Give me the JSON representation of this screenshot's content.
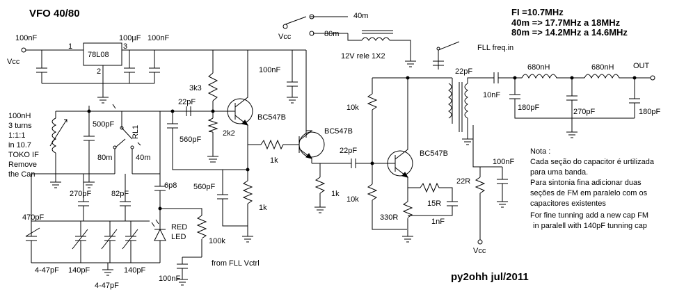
{
  "title": "VFO 40/80",
  "signature": "py2ohh jul/2011",
  "fi_text": [
    "FI =10.7MHz",
    "40m => 17.7MHz a 18MHz",
    "80m => 14.2MHz a 14.6MHz"
  ],
  "note_lines": [
    "Nota :",
    "Cada seção do capacitor é urtilizada",
    "para uma banda.",
    "Para sintonia fina adicionar duas",
    "seções de FM em paralelo com os",
    "capacitores existentes",
    "For fine tunning add a new cap FM",
    "in paralell with 140pF tunning cap"
  ],
  "coil_text": [
    "100nH",
    "3 turns",
    "1:1:1",
    "in 10.7",
    "TOKO IF",
    "Remove",
    "the Can"
  ],
  "labels": {
    "vcc_left": "Vcc",
    "c100n_a": "100nF",
    "reg": "78L08",
    "pin1": "1",
    "pin2": "2",
    "pin3": "3",
    "c100u": "100µF",
    "c100n_b": "100nF",
    "vcc_top": "Vcc",
    "m40_top": "40m",
    "m80_top": "80m",
    "relay": "12V rele 1X2",
    "r3k3": "3k3",
    "c22p_a": "22pF",
    "q1": "BC547B",
    "r2k2": "2k2",
    "c560p_a": "560pF",
    "c560p_b": "560pF",
    "c100n_c": "100nF",
    "r1k_a": "1k",
    "r1k_b": "1k",
    "r1k_c": "1k",
    "q2": "BC547B",
    "c22p_b": "22pF",
    "c500p": "500pF",
    "rl1": "RL1",
    "m80_mid": "80m",
    "m40_mid": "40m",
    "c6p8": "6p8",
    "c270p": "270pF",
    "c82p": "82pF",
    "c470p": "470pF",
    "red_led": "RED\nLED",
    "r100k": "100k",
    "c4_47_a": "4-47pF",
    "c140_a": "140pF",
    "c140_b": "140pF",
    "c4_47_b": "4-47pF",
    "c100n_d": "100nF",
    "fll_vctrl": "from FLL Vctrl",
    "fll_in": "FLL freq.in",
    "c22p_c": "22pF",
    "r10k_a": "10k",
    "r10k_b": "10k",
    "q3": "BC547B",
    "r330": "330R",
    "r15": "15R",
    "c1n": "1nF",
    "r22": "22R",
    "c100n_e": "100nF",
    "vcc_bot": "Vcc",
    "c10n": "10nF",
    "l680_a": "680nH",
    "l680_b": "680nH",
    "c180p_a": "180pF",
    "c270p_b": "270pF",
    "c180p_b": "180pF",
    "out": "OUT"
  }
}
